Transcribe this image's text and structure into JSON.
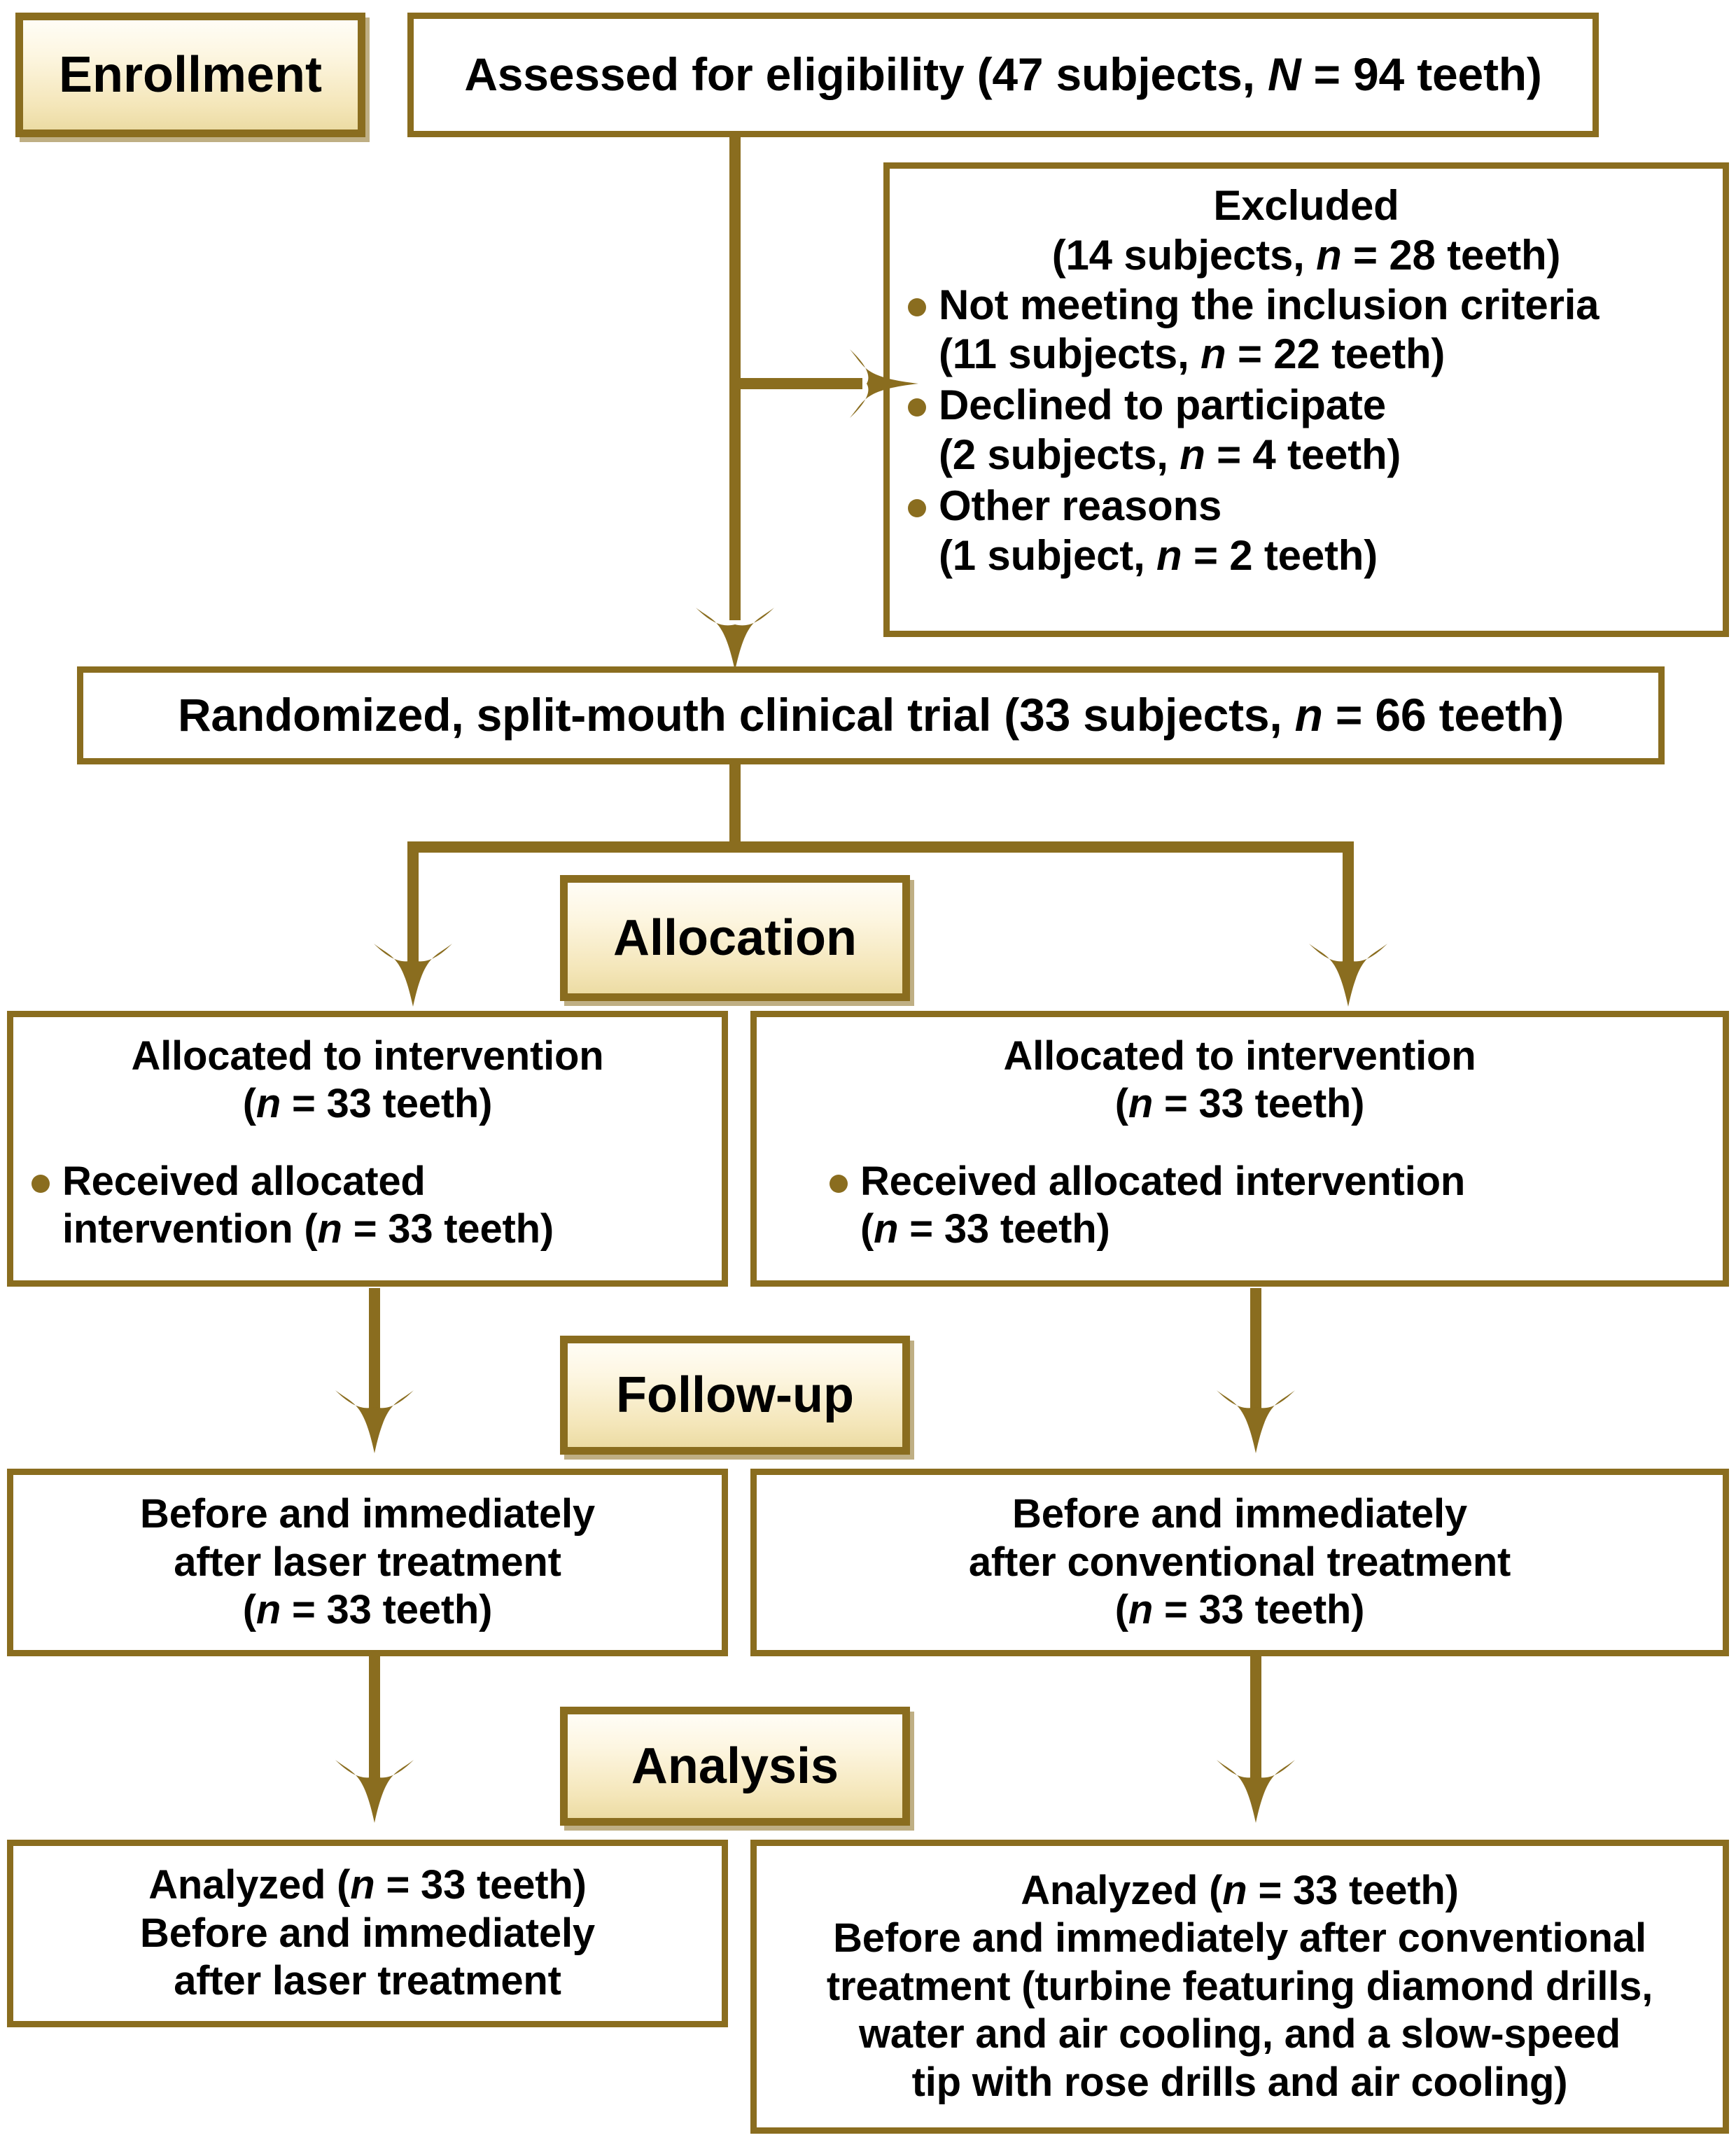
{
  "theme": {
    "accent": "#8a6d1f",
    "box_border": "#8a6d1f",
    "box_fill": "#ffffff",
    "stage_fill_top": "#fffdf6",
    "stage_fill_bottom": "#ecdca4",
    "text": "#000000",
    "bullet": "#8a6d1f"
  },
  "diagram": {
    "type": "CONSORT flow diagram",
    "stages": [
      {
        "id": "enrollment",
        "label": "Enrollment"
      },
      {
        "id": "allocation",
        "label": "Allocation"
      },
      {
        "id": "followup",
        "label": "Follow-up"
      },
      {
        "id": "analysis",
        "label": "Analysis"
      }
    ],
    "nodes": {
      "assessed": {
        "lines": [
          {
            "pre": "Assessed for eligibility (47 subjects, ",
            "italic": "N",
            "post": " = 94 teeth)"
          }
        ]
      },
      "excluded": {
        "title": "Excluded",
        "subtitle": {
          "pre": "(14 subjects, ",
          "italic": "n",
          "post": " = 28 teeth)"
        },
        "bullets": [
          {
            "text": "Not meeting the inclusion criteria",
            "sub": {
              "pre": "(11 subjects, ",
              "italic": "n",
              "post": " = 22 teeth)"
            }
          },
          {
            "text": "Declined to participate",
            "sub": {
              "pre": "(2 subjects, ",
              "italic": "n",
              "post": " = 4 teeth)"
            }
          },
          {
            "text": "Other reasons",
            "sub": {
              "pre": "(1 subject, ",
              "italic": "n",
              "post": " = 2 teeth)"
            }
          }
        ]
      },
      "randomized": {
        "line": {
          "pre": "Randomized, split-mouth clinical trial (33 subjects, ",
          "italic": "n",
          "post": " = 66 teeth)"
        }
      },
      "alloc_left": {
        "title": "Allocated to intervention",
        "subtitle": {
          "pre": "(",
          "italic": "n",
          "post": " = 33 teeth)"
        },
        "bullet_line1": "Received allocated",
        "bullet_line2": {
          "pre": "intervention (",
          "italic": "n",
          "post": " = 33 teeth)"
        }
      },
      "alloc_right": {
        "title": "Allocated to intervention",
        "subtitle": {
          "pre": "(",
          "italic": "n",
          "post": " = 33 teeth)"
        },
        "bullet_line1": "Received allocated intervention",
        "bullet_line2": {
          "pre": "(",
          "italic": "n",
          "post": " = 33 teeth)"
        }
      },
      "follow_left": {
        "line1": "Before and immediately",
        "line2": "after laser treatment",
        "line3": {
          "pre": "(",
          "italic": "n",
          "post": " = 33 teeth)"
        }
      },
      "follow_right": {
        "line1": "Before and immediately",
        "line2": "after conventional treatment",
        "line3": {
          "pre": "(",
          "italic": "n",
          "post": " = 33 teeth)"
        }
      },
      "analysis_left": {
        "line1": {
          "pre": "Analyzed (",
          "italic": "n",
          "post": " = 33 teeth)"
        },
        "line2": "Before and immediately",
        "line3": "after laser treatment"
      },
      "analysis_right": {
        "line1": {
          "pre": "Analyzed (",
          "italic": "n",
          "post": " = 33 teeth)"
        },
        "line2": "Before and immediately after conventional",
        "line3": "treatment (turbine featuring diamond drills,",
        "line4": "water and air cooling, and a slow-speed",
        "line5": "tip with rose drills and air cooling)"
      }
    },
    "connectors": [
      {
        "name": "assessed-to-randomized",
        "kind": "arrow-down"
      },
      {
        "name": "assessed-to-excluded",
        "kind": "arrow-right"
      },
      {
        "name": "randomized-split-left",
        "kind": "arrow-down"
      },
      {
        "name": "randomized-split-right",
        "kind": "arrow-down"
      },
      {
        "name": "alloc-left-to-follow-left",
        "kind": "arrow-down"
      },
      {
        "name": "alloc-right-to-follow-right",
        "kind": "arrow-down"
      },
      {
        "name": "follow-left-to-analysis-left",
        "kind": "arrow-down"
      },
      {
        "name": "follow-right-to-analysis-right",
        "kind": "arrow-down"
      }
    ]
  }
}
